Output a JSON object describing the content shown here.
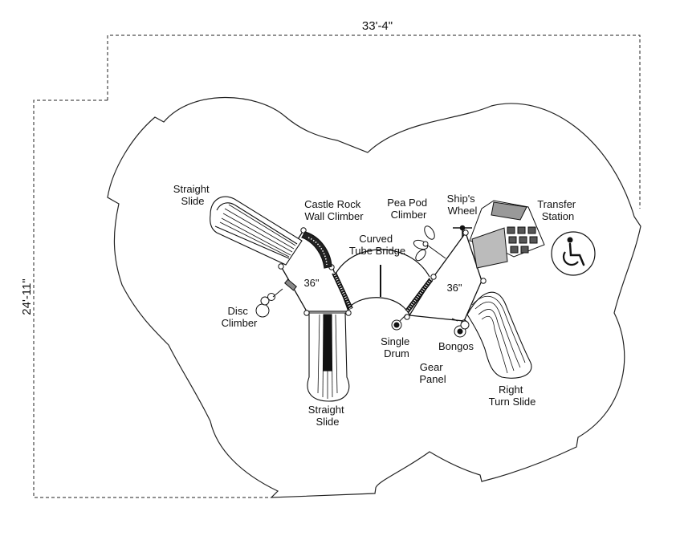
{
  "dimensions": {
    "width": "33'-4\"",
    "depth": "24'-11\""
  },
  "deck_heights": {
    "left": "36\"",
    "right": "36\""
  },
  "components": {
    "straight_slide_top": [
      "Straight",
      "Slide"
    ],
    "castle_rock_wall_climber": [
      "Castle Rock",
      "Wall Climber"
    ],
    "pea_pod_climber": [
      "Pea Pod",
      "Climber"
    ],
    "ships_wheel": [
      "Ship's",
      "Wheel"
    ],
    "transfer_station": [
      "Transfer",
      "Station"
    ],
    "curved_tube_bridge": [
      "Curved",
      "Tube Bridge"
    ],
    "disc_climber": [
      "Disc",
      "Climber"
    ],
    "single_drum": [
      "Single",
      "Drum"
    ],
    "bongos": [
      "Bongos"
    ],
    "gear_panel": [
      "Gear",
      "Panel"
    ],
    "straight_slide_bottom": [
      "Straight",
      "Slide"
    ],
    "right_turn_slide": [
      "Right",
      "Turn Slide"
    ]
  },
  "icons": {
    "accessibility": "wheelchair-icon"
  }
}
